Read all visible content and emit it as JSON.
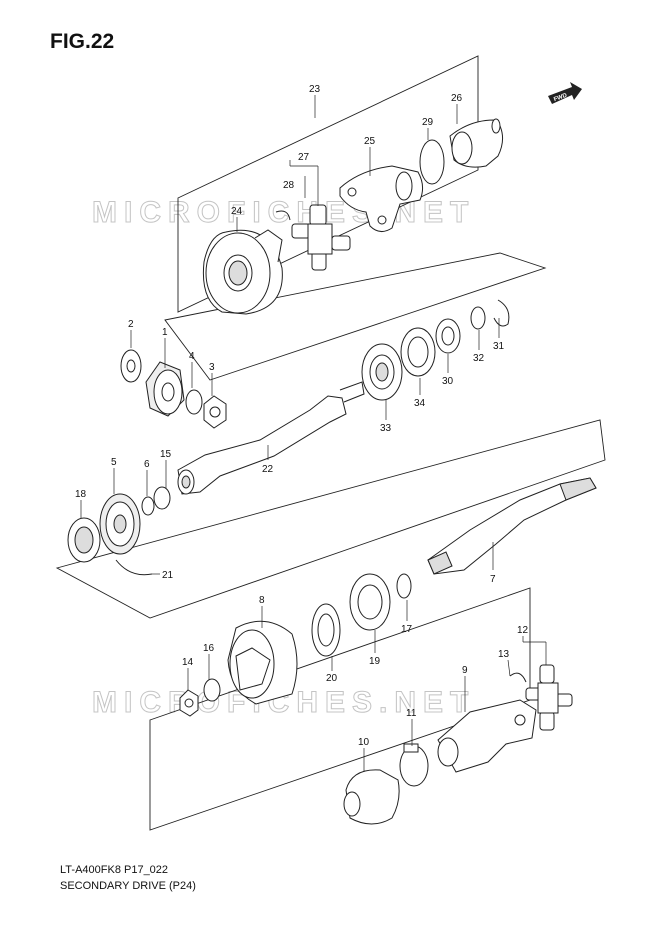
{
  "figure": {
    "title": "FIG.22"
  },
  "fwd_badge": {
    "label": "FWD"
  },
  "watermark": {
    "text": "MICROFICHES.NET"
  },
  "footer": {
    "code": "LT-A400FK8 P17_022",
    "subtitle": "SECONDARY DRIVE (P24)"
  },
  "parts": {
    "p1": "1",
    "p2": "2",
    "p3": "3",
    "p4": "4",
    "p5": "5",
    "p6": "6",
    "p7": "7",
    "p8": "8",
    "p9": "9",
    "p10": "10",
    "p11": "11",
    "p12": "12",
    "p13": "13",
    "p14": "14",
    "p15": "15",
    "p16": "16",
    "p17": "17",
    "p18": "18",
    "p19": "19",
    "p20": "20",
    "p21": "21",
    "p22": "22",
    "p23": "23",
    "p24": "24",
    "p25": "25",
    "p26": "26",
    "p27": "27",
    "p28": "28",
    "p29": "29",
    "p30": "30",
    "p31": "31",
    "p32": "32",
    "p33": "33",
    "p34": "34"
  }
}
